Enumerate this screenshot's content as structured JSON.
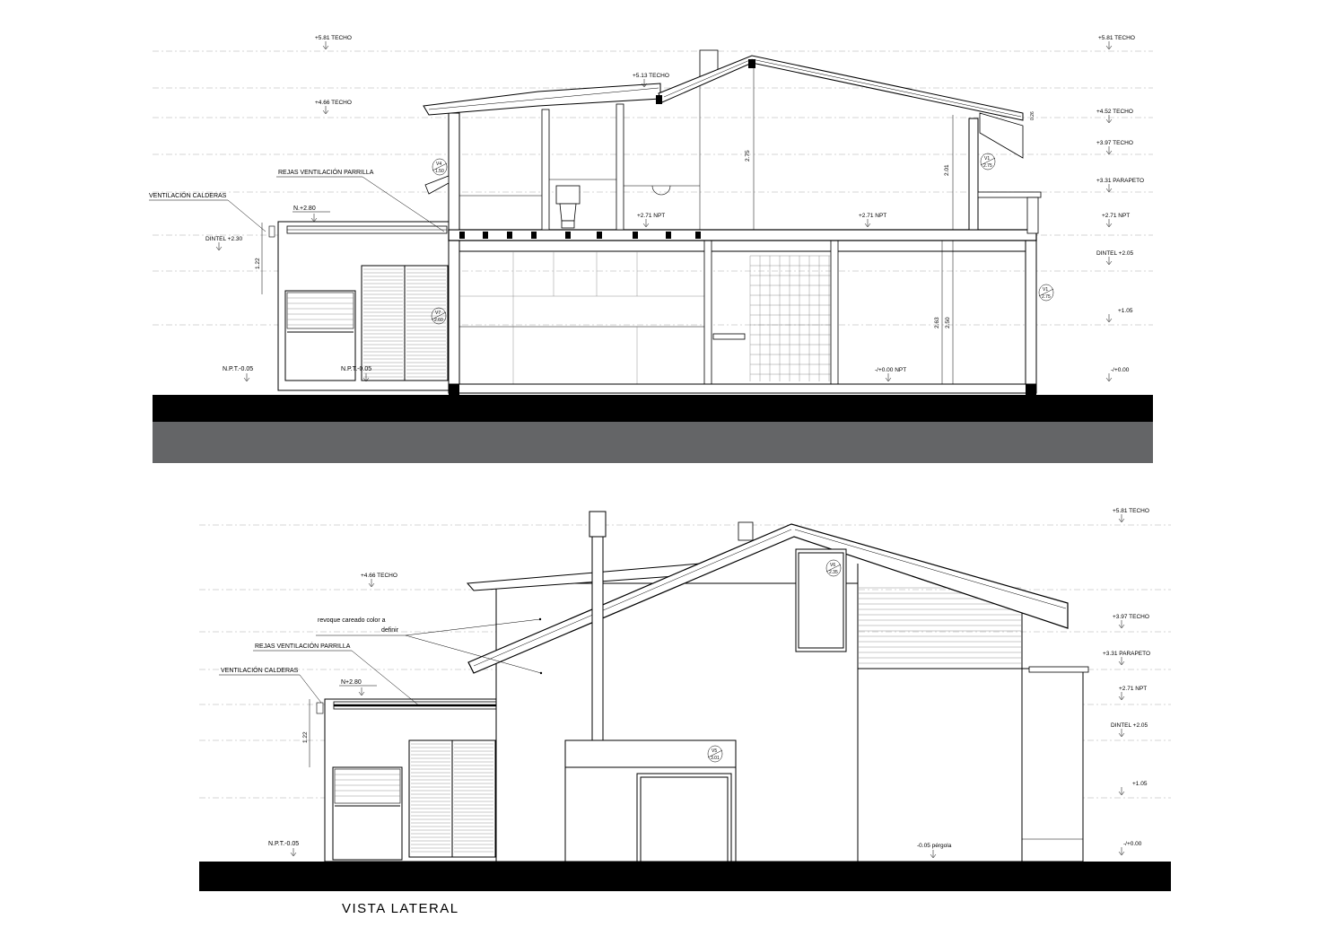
{
  "section": {
    "levels": {
      "techo_581_left": "+5.81  TECHO",
      "techo_581_right": "+5.81  TECHO",
      "techo_513": "+5.13  TECHO",
      "techo_466": "+4.66  TECHO",
      "techo_452": "+4.52  TECHO",
      "techo_397": "+3.97  TECHO",
      "parapeto": "+3.31  PARAPETO",
      "npt_271_right": "+2.71  NPT",
      "npt_271_a": "+2.71  NPT",
      "npt_271_b": "+2.71  NPT",
      "n280": "N.+2.80",
      "dintel_230": "DINTEL  +2.30",
      "dintel_205": "DINTEL  +2.05",
      "lv_105": "+1.05",
      "npt_000": "-/+0.00  NPT",
      "lv_000": "-/+0.00",
      "npt_neg005_a": "N.P.T.-0.05",
      "npt_neg005_b": "N.P.T.-0.05"
    },
    "labels": {
      "rejas": "REJAS VENTILACIÓN PARRILLA",
      "calderas": "VENTILACIÓN CALDERAS"
    },
    "dims": {
      "d275": "2.75",
      "d201": "2.01",
      "d263": "2.63",
      "d250": "2.50",
      "d122": "1.22",
      "d026": "0.26"
    },
    "tags": {
      "v4_top": "V4",
      "v4_bot": "1.50",
      "v7_top": "V7",
      "v7_bot": "2.60",
      "v1a_top": "V1",
      "v1a_bot": "2.75",
      "v1b_top": "V1",
      "v1b_bot": "2.75"
    }
  },
  "elevation": {
    "levels": {
      "techo_581": "+5.81  TECHO",
      "techo_466": "+4.66  TECHO",
      "techo_397": "+3.97  TECHO",
      "parapeto": "+3.31  PARAPETO",
      "npt_271": "+2.71  NPT",
      "dintel_205": "DINTEL  +2.05",
      "lv_105": "+1.05",
      "lv_000": "-/+0.00",
      "npt_neg005": "N.P.T.-0.05",
      "pergola": "-0.05 pérgola",
      "n280": "N+2.80"
    },
    "labels": {
      "revoque_1": "revoque careado color a",
      "revoque_2": "definir",
      "rejas": "REJAS VENTILACIÓN PARRILLA",
      "calderas": "VENTILACIÓN CALDERAS"
    },
    "dims": {
      "d122": "1.22"
    },
    "tags": {
      "v6_top": "V6",
      "v6_bot": "2.35",
      "v5_top": "V5",
      "v5_bot": "3.01"
    }
  },
  "title": "VISTA  LATERAL",
  "colors": {
    "ground": "#000000",
    "ground_band": "#646567",
    "line": "#000000"
  }
}
